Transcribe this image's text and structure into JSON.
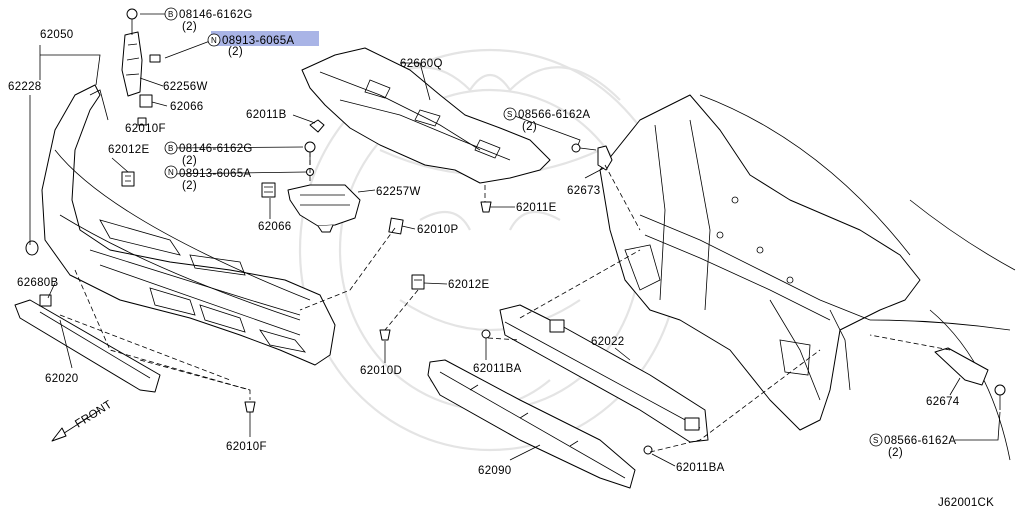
{
  "diagram": {
    "code": "J62001CK",
    "highlight_color": "#a9b4e6",
    "labels": [
      {
        "id": "p62050",
        "text": "62050"
      },
      {
        "id": "p62228",
        "text": "62228"
      },
      {
        "id": "b08146_top",
        "text": "08146-6162G",
        "symbol": "B",
        "qty": "(2)"
      },
      {
        "id": "n08913_top",
        "text": "08913-6065A",
        "symbol": "N",
        "qty": "(2)",
        "highlighted": true
      },
      {
        "id": "p62256w",
        "text": "62256W"
      },
      {
        "id": "p62066_top",
        "text": "62066"
      },
      {
        "id": "p62010f_top",
        "text": "62010F"
      },
      {
        "id": "p62012e_left",
        "text": "62012E"
      },
      {
        "id": "p62011b",
        "text": "62011B"
      },
      {
        "id": "b08146_mid",
        "text": "08146-6162G",
        "symbol": "B",
        "qty": "(2)"
      },
      {
        "id": "n08913_mid",
        "text": "08913-6065A",
        "symbol": "N",
        "qty": "(2)"
      },
      {
        "id": "p62257w",
        "text": "62257W"
      },
      {
        "id": "p62066_mid",
        "text": "62066"
      },
      {
        "id": "p62660q",
        "text": "62660Q"
      },
      {
        "id": "s08566_top",
        "text": "08566-6162A",
        "symbol": "S",
        "qty": "(2)"
      },
      {
        "id": "p62673",
        "text": "62673"
      },
      {
        "id": "p62011e",
        "text": "62011E"
      },
      {
        "id": "p62010p",
        "text": "62010P"
      },
      {
        "id": "p62012e_right",
        "text": "62012E"
      },
      {
        "id": "p62680b",
        "text": "62680B"
      },
      {
        "id": "p62020",
        "text": "62020"
      },
      {
        "id": "p62010d",
        "text": "62010D"
      },
      {
        "id": "p62011ba_top",
        "text": "62011BA"
      },
      {
        "id": "p62022",
        "text": "62022"
      },
      {
        "id": "p62010f_bottom",
        "text": "62010F"
      },
      {
        "id": "p62090",
        "text": "62090"
      },
      {
        "id": "p62011ba_bottom",
        "text": "62011BA"
      },
      {
        "id": "p62674",
        "text": "62674"
      },
      {
        "id": "s08566_bottom",
        "text": "08566-6162A",
        "symbol": "S",
        "qty": "(2)"
      },
      {
        "id": "front",
        "text": "FRONT"
      }
    ]
  }
}
